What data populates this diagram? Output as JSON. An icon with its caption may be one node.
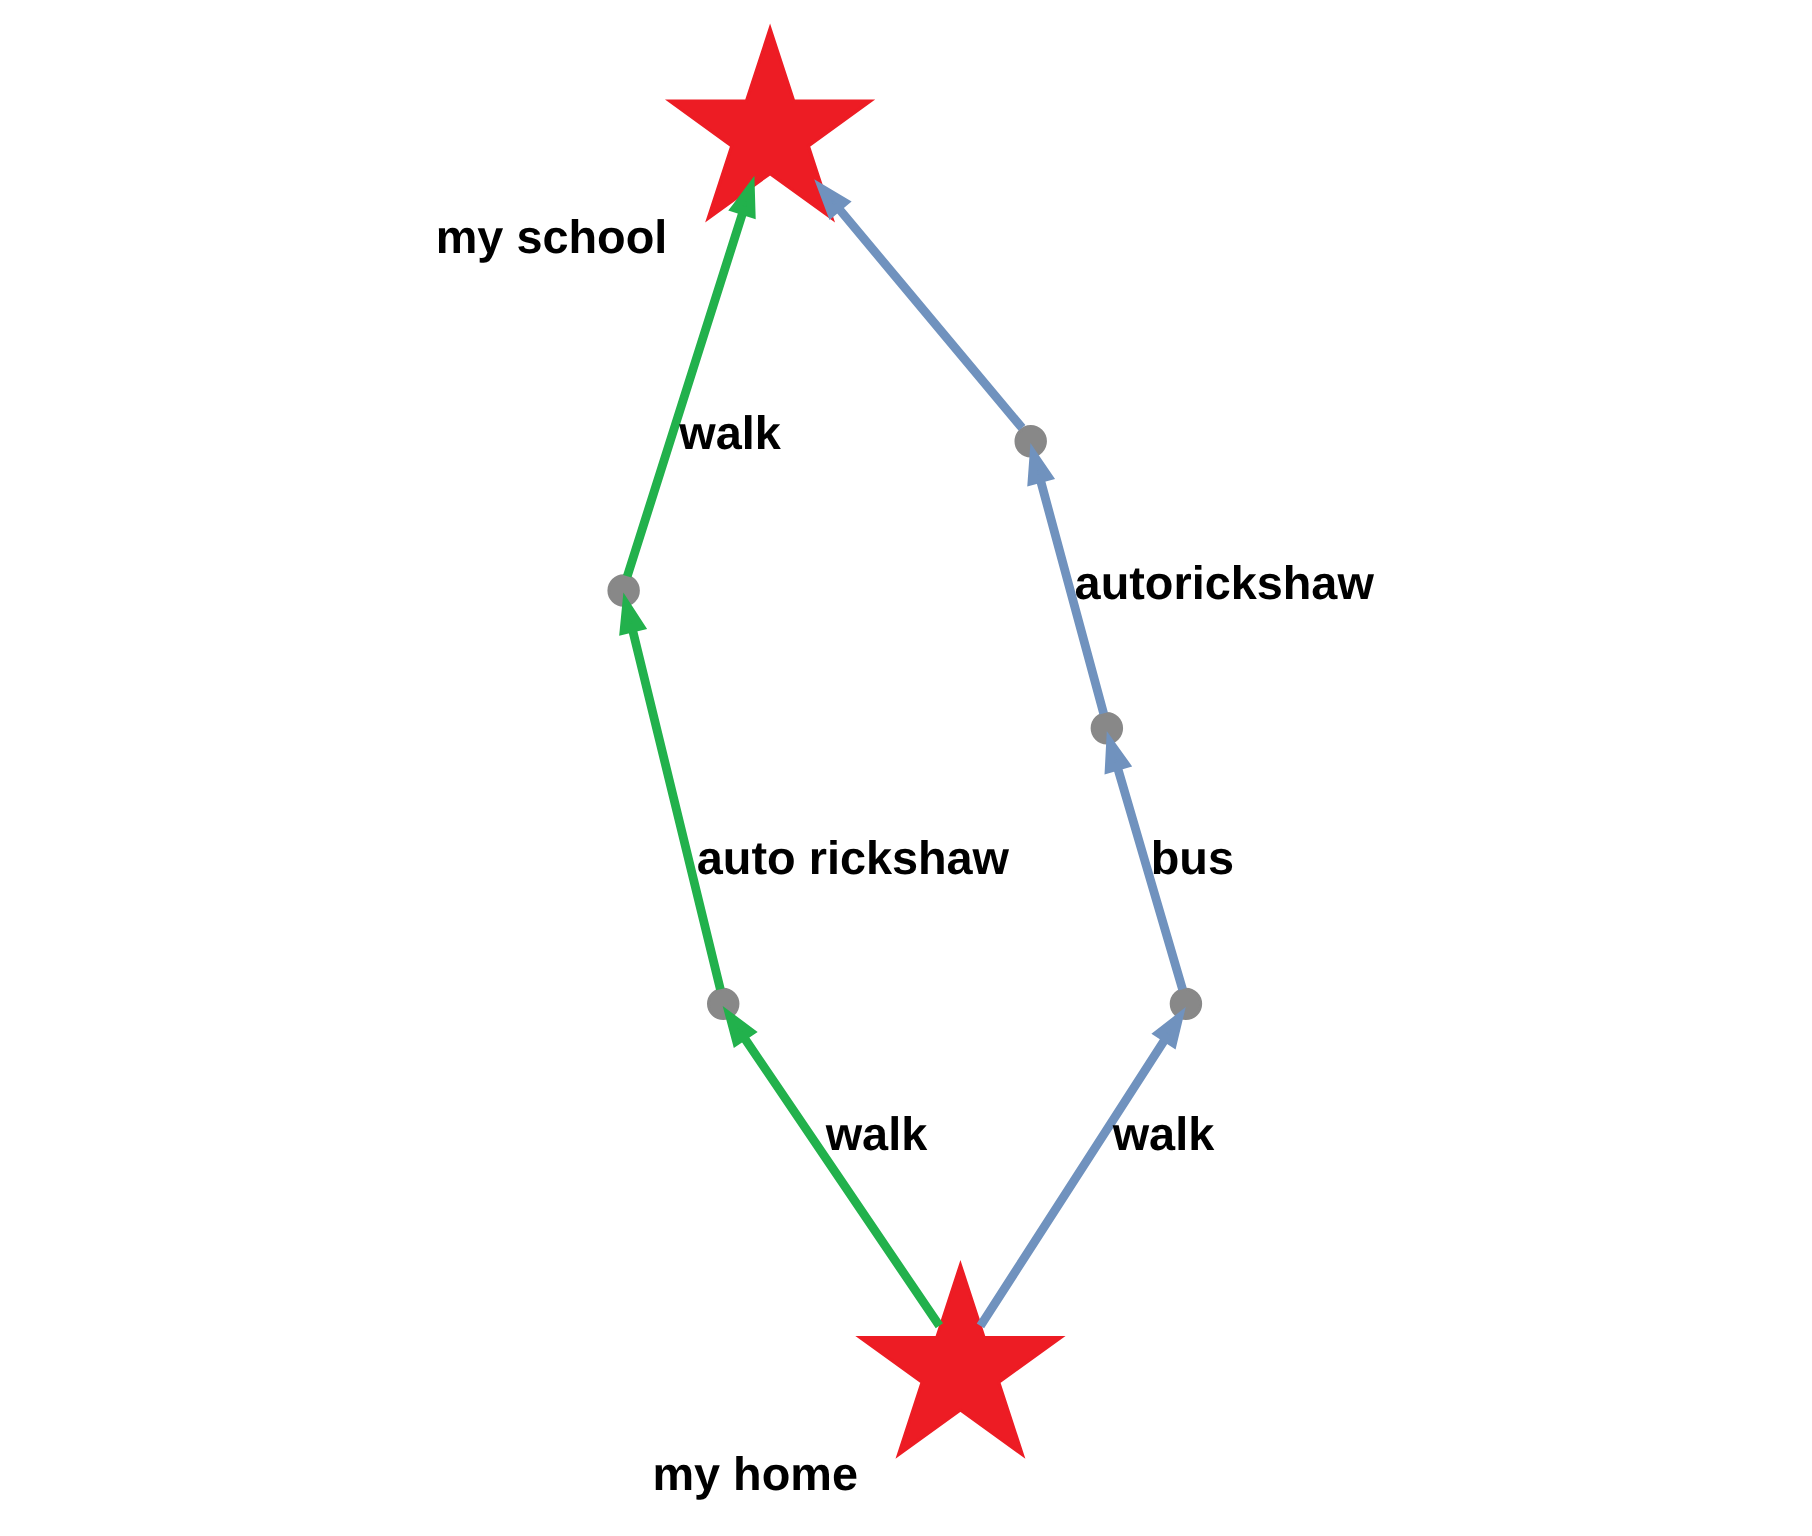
{
  "diagram": {
    "nodes": [
      {
        "text": [],
        "shape": "star",
        "beside": [
          "my school"
        ]
      },
      {
        "text": [],
        "shape": "star",
        "beside": [
          "my home"
        ]
      },
      {
        "text": [],
        "shape": "point"
      },
      {
        "text": [],
        "shape": "point"
      },
      {
        "text": [],
        "shape": "point"
      },
      {
        "text": [],
        "shape": "point"
      },
      {
        "text": [],
        "shape": "point"
      }
    ],
    "edges": [
      {
        "from": 1,
        "to": 2,
        "arrow": "to",
        "label": "walk",
        "color": "#22b14c"
      },
      {
        "from": 2,
        "to": 3,
        "arrow": "to",
        "label": "auto rickshaw",
        "color": "#22b14c"
      },
      {
        "from": 3,
        "to": 0,
        "arrow": "to",
        "label": "walk",
        "color": "#22b14c"
      },
      {
        "from": 1,
        "to": 4,
        "arrow": "to",
        "label": "walk",
        "color": "#7092be"
      },
      {
        "from": 4,
        "to": 5,
        "arrow": "to",
        "label": "bus",
        "color": "#7092be"
      },
      {
        "from": 5,
        "to": 6,
        "arrow": "to",
        "label": "autorickshaw",
        "color": "#7092be"
      },
      {
        "from": 6,
        "to": 0,
        "arrow": "to",
        "color": "#7092be"
      }
    ]
  }
}
